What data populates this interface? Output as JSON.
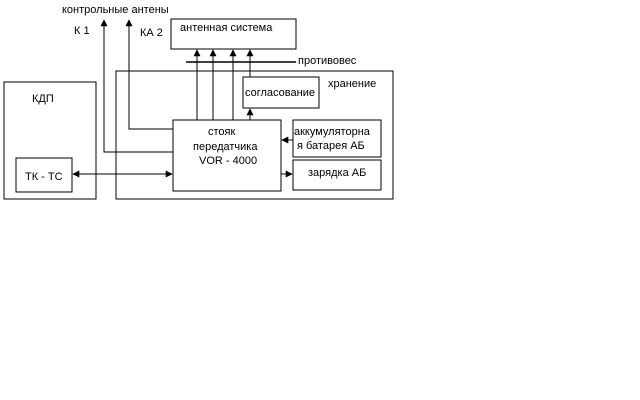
{
  "labels": {
    "control_antennas": "контрольные антены",
    "k1": "К 1",
    "ka2": "КА 2",
    "antenna_system": "антенная система",
    "counterpoise": "противовес",
    "storage": "хранение",
    "matching": "согласование",
    "kdp": "КДП",
    "tk_ts": "ТК - ТС",
    "transmitter_line1": "стояк",
    "transmitter_line2": "передатчика",
    "transmitter_line3": "VOR - 4000",
    "battery_line1": "аккумуляторна",
    "battery_line2": "я батарея АБ",
    "charger": "зарядка АБ"
  }
}
